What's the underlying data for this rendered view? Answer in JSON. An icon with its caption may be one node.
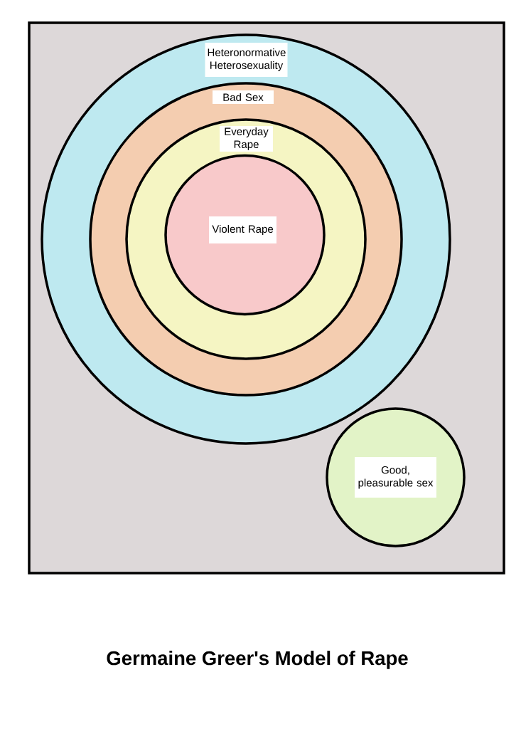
{
  "diagram": {
    "title": "Germaine Greer's Model of Rape",
    "nodes": [
      {
        "text": [
          "Heteronormative Heterosexuality"
        ]
      },
      {
        "text": [
          "Bad Sex"
        ],
        "in": 0
      },
      {
        "text": [
          "Everyday Rape"
        ],
        "in": 1
      },
      {
        "text": [
          "Violent Rape"
        ],
        "in": 2
      },
      {
        "text": [
          "Good, pleasurable sex"
        ]
      }
    ]
  }
}
